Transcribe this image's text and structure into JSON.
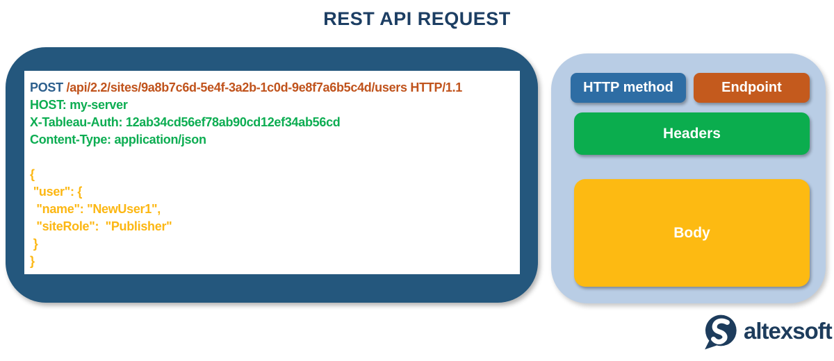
{
  "title": "REST API REQUEST",
  "request": {
    "lines": [
      [
        {
          "c": "method",
          "t": "POST "
        },
        {
          "c": "url",
          "t": "/api/2.2/sites/9a8b7c6d-5e4f-3a2b-1c0d-9e8f7a6b5c4d/users HTTP/1.1"
        }
      ],
      [
        {
          "c": "header",
          "t": "HOST: my-server"
        }
      ],
      [
        {
          "c": "header",
          "t": "X-Tableau-Auth: 12ab34cd56ef78ab90cd12ef34ab56cd"
        }
      ],
      [
        {
          "c": "header",
          "t": "Content-Type: application/json"
        }
      ],
      [
        {
          "c": "json",
          "t": ""
        }
      ],
      [
        {
          "c": "json",
          "t": "{"
        }
      ],
      [
        {
          "c": "json",
          "t": " \"user\": {"
        }
      ],
      [
        {
          "c": "json",
          "t": "  \"name\": \"NewUser1\","
        }
      ],
      [
        {
          "c": "json",
          "t": "  \"siteRole\":  \"Publisher\""
        }
      ],
      [
        {
          "c": "json",
          "t": " }"
        }
      ],
      [
        {
          "c": "json",
          "t": "}"
        }
      ]
    ]
  },
  "legend": {
    "http_method": "HTTP method",
    "endpoint": "Endpoint",
    "headers": "Headers",
    "body": "Body"
  },
  "logo": {
    "text": "altexsoft"
  },
  "colors": {
    "title_navy": "#1c3e63",
    "left_panel_navy": "#24577d",
    "right_panel_blue": "#b9cde5",
    "http_method_blue": "#2e6da4",
    "endpoint_orange": "#c45a1d",
    "headers_green": "#0bad4e",
    "body_gold": "#fdba12",
    "code_method": "#2c5f8d",
    "code_url": "#c0531c",
    "code_header": "#0dad52",
    "code_json": "#fcb713",
    "logo_navy": "#1d3c5c"
  }
}
